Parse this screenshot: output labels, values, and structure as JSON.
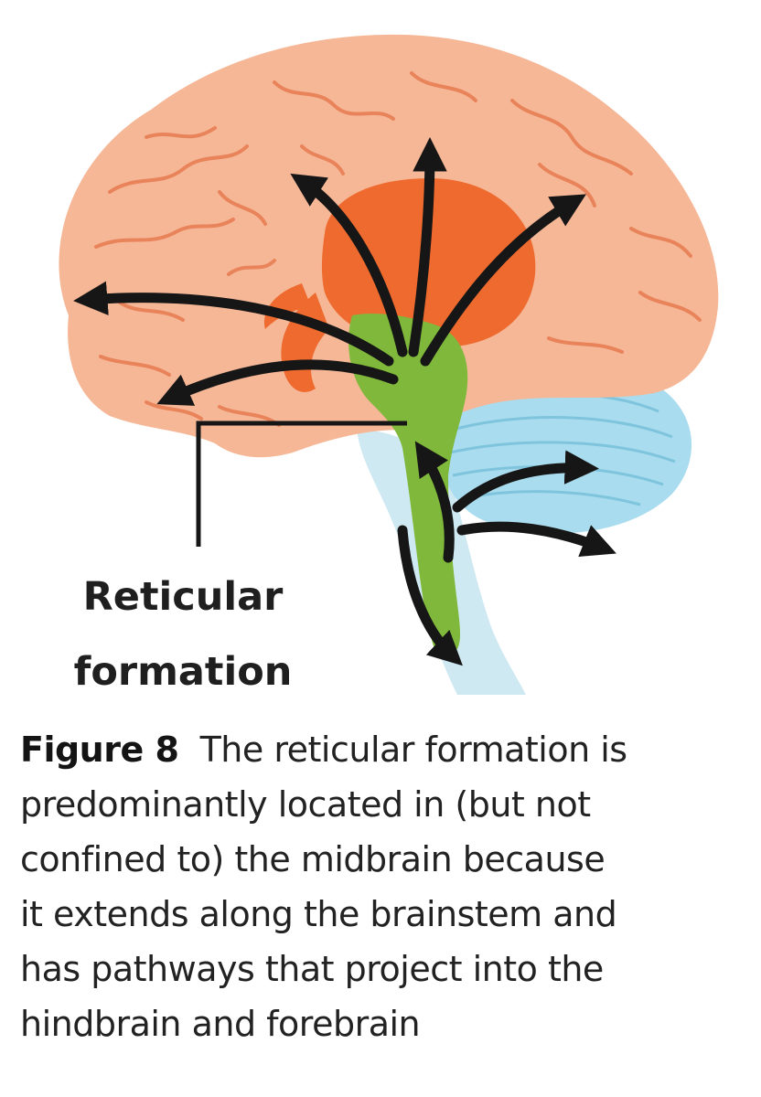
{
  "diagram": {
    "label_lines": [
      "Reticular",
      "formation"
    ],
    "colors": {
      "cerebrum": "#f6b797",
      "cerebrum_folds": "#e8835a",
      "thalamus": "#ee6a2e",
      "brainstem": "#7fb83a",
      "cerebellum": "#a9dcee",
      "arrows": "#161616"
    },
    "icons": [
      "brain-outline",
      "arrow-icon"
    ]
  },
  "caption": {
    "figure_label": "Figure 8",
    "lines": [
      "The reticular formation is",
      "predominantly located in (but not",
      "confined to) the midbrain because",
      "it extends along the brainstem and",
      "has pathways that project into the",
      "hindbrain and forebrain"
    ]
  }
}
